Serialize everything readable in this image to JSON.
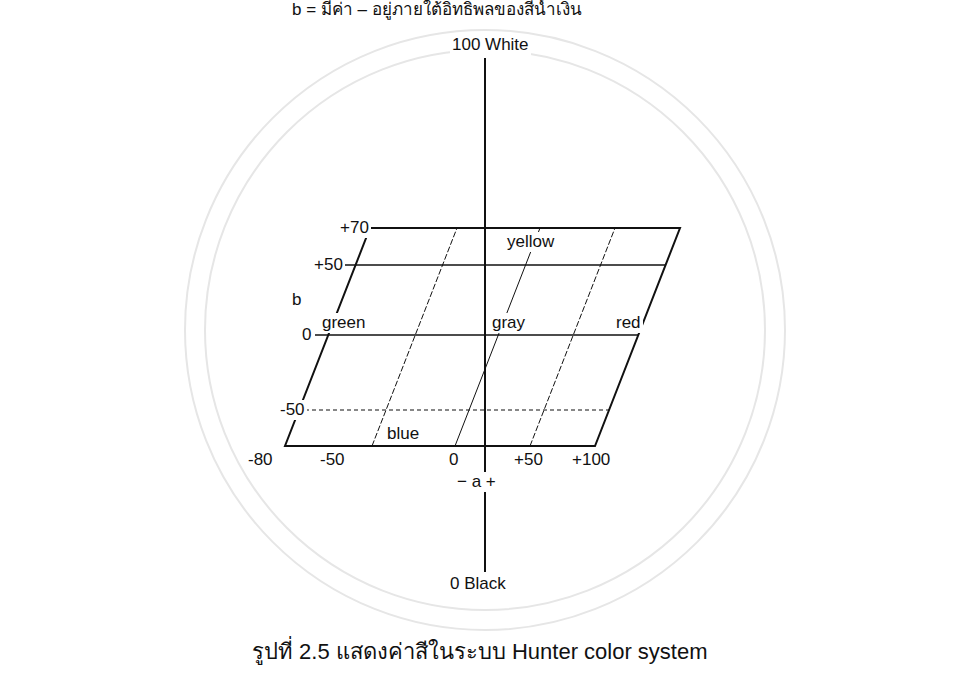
{
  "diagram": {
    "caption": "รูปที่ 2.5 แสดงค่าสีในระบบ Hunter color system",
    "labels": [
      "b = มีค่า – อยู่ภายใต้อิทธิพลของสีน้ำเงิน",
      "100 White",
      "+70",
      "+50",
      "b",
      "0",
      "-50",
      "-80",
      "-50",
      "0",
      "+50",
      "+100",
      "− a +",
      "0 Black",
      "yellow",
      "green",
      "gray",
      "red",
      "blue"
    ]
  }
}
